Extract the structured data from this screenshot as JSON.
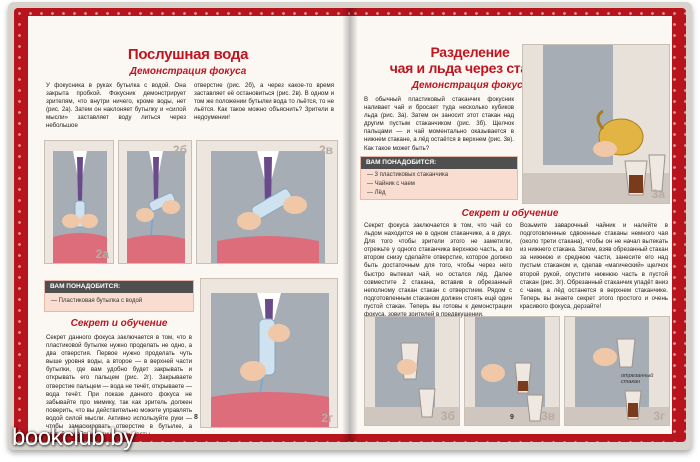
{
  "left_page": {
    "title": "Послушная вода",
    "subtitle": "Демонстрация фокуса",
    "intro_col1": "У фокусника в руках бутылка с водой. Она закрыта пробкой. Фокусник демонстрирует зрителям, что внутри ничего, кроме воды, нет (рис. 2а). Затем он наклоняет бутылку и «силой мысли» заставляет воду литься через небольшое",
    "intro_col2": "отверстие (рис. 2б), а через какое-то время заставляет её остановиться (рис. 2в). В одном и том же положении бутылки вода то льётся, то не льётся. Как такое можно объяснить? Зрители в недоумении!",
    "panel_labels": [
      "2а",
      "2б",
      "2в",
      "2г"
    ],
    "needs": {
      "heading": "ВАМ ПОНАДОБИТСЯ:",
      "items": [
        "— Пластиковая бутылка с водой"
      ]
    },
    "secret_title": "Секрет и обучение",
    "secret_text": "Секрет данного фокуса заключается в том, что в пластиковой бутылке нужно проделать не одно, а два отверстия. Первое нужно проделать чуть выше уровня воды, а второе — в верхней части бутылки, где вам удобно будет закрывать и открывать его пальцем (рис. 2г). Закрываете отверстие пальцем — вода не течёт, открываете — вода течёт. При показе данного фокуса не забывайте про мимику, так как зритель должен поверить, что вы действительно можете управлять водой силой мысли. Активно используйте руки — чтобы замаскировать отверстие в бутылке, а другой делайте «магические» жесты.",
    "page_number": "8"
  },
  "right_page": {
    "title_line1": "Разделение",
    "title_line2": "чая и льда через стакан",
    "subtitle": "Демонстрация фокуса",
    "intro": "В обычный пластиковый стаканчик фокусник наливает чай и бросает туда несколько кубиков льда (рис. 3а). Затем он заносит этот стакан над другим пустым стаканчиком (рис. 3б). Щелчок пальцами — и чай моментально оказывается в нижнем стакане, а лёд остаётся в верхнем (рис. 3в). Как такое может быть?",
    "needs": {
      "heading": "ВАМ ПОНАДОБИТСЯ:",
      "items": [
        "— 3 пластиковых стаканчика",
        "— Чайник с чаем",
        "— Лёд"
      ]
    },
    "panel_labels": [
      "3а",
      "3б",
      "3в",
      "3г"
    ],
    "panel_note": "отрезанный стакан",
    "secret_title": "Секрет и обучение",
    "secret_col1": "Секрет фокуса заключается в том, что чай со льдом находится не в одном стаканчике, а в двух. Для того чтобы зрители этого не заметили, отрежьте у одного стаканчика верхнюю часть, а во втором снизу сделайте отверстие, которое должно быть достаточным для того, чтобы через него быстро вытекал чай, но остался лёд. Далее совместите 2 стакана, вставив в обрезанный неполному стакан стакан с отверстием. Рядом с подготовленным стаканом должен стоять ещё один пустой стакан. Теперь вы готовы к демонстрации фокуса, зовите зрителей в предвкушении.",
    "secret_col2": "Возьмите заварочный чайник и налейте в подготовленные сдвоенные стаканы немного чая (около трети стакана), чтобы он не начал вытекать из нижнего стакана. Затем, взяв обрезанный стакан за нижнюю и среднюю части, занесите его над пустым стаканом и, сделав «магический» щелчок второй рукой, опустите нижнюю часть в пустой стакан (рис. 3г). Обрезанный стаканчик упадёт вниз с чаем, а лёд останется в верхнем стаканчике. Теперь вы знаете секрет этого простого и очень красивого фокуса, дерзайте!",
    "page_number": "9"
  },
  "watermark": "bookclub.by",
  "colors": {
    "accent": "#c0141f",
    "border": "#b7141d",
    "paper": "#fbf8f4"
  }
}
